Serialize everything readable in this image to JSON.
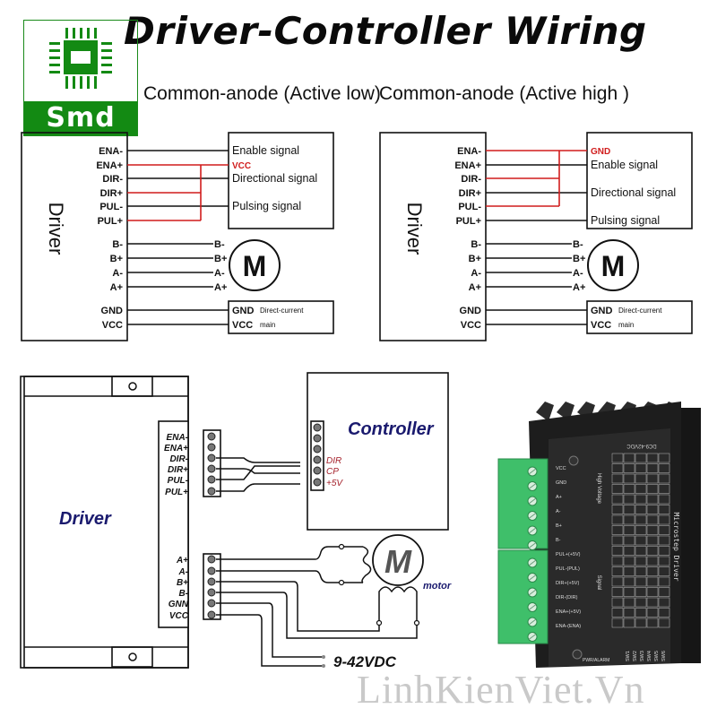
{
  "title": "Driver-Controller Wiring",
  "logo": {
    "text": "Smd"
  },
  "watermark": "LinhKienViet.Vn",
  "colors": {
    "red_wire": "#d01c1c",
    "logo_green": "#138a13",
    "label_blue": "#1a1a6e",
    "terminal_green": "#3fbf6a"
  },
  "diagram_left": {
    "heading": "Common-anode (Active low)",
    "driver_label": "Driver",
    "pins": [
      "ENA-",
      "ENA+",
      "DIR-",
      "DIR+",
      "PUL-",
      "PUL+",
      "B-",
      "B+",
      "A-",
      "A+",
      "GND",
      "VCC"
    ],
    "controller_labels": [
      "Enable signal",
      "VCC",
      "Directional signal",
      "Pulsing signal"
    ],
    "motor_pins": [
      "B-",
      "B+",
      "A-",
      "A+"
    ],
    "motor_label": "M",
    "power_labels": [
      "GND",
      "VCC"
    ],
    "power_notes": [
      "Direct-current",
      "main"
    ]
  },
  "diagram_right": {
    "heading": "Common-anode (Active high )",
    "driver_label": "Driver",
    "pins": [
      "ENA-",
      "ENA+",
      "DIR-",
      "DIR+",
      "PUL-",
      "PUL+",
      "B-",
      "B+",
      "A-",
      "A+",
      "GND",
      "VCC"
    ],
    "controller_labels": [
      "GND",
      "Enable signal",
      "Directional signal",
      "Pulsing signal"
    ],
    "motor_pins": [
      "B-",
      "B+",
      "A-",
      "A+"
    ],
    "motor_label": "M",
    "power_labels": [
      "GND",
      "VCC"
    ],
    "power_notes": [
      "Direct-current",
      "main"
    ]
  },
  "diagram_bottom": {
    "driver_label": "Driver",
    "controller_label": "Controller",
    "signal_pins": [
      "ENA-",
      "ENA+",
      "DIR-",
      "DIR+",
      "PUL-",
      "PUL+"
    ],
    "controller_pins": [
      "DIR",
      "CP",
      "+5V"
    ],
    "motor_pins": [
      "A+",
      "A-",
      "B+",
      "B-",
      "GNN",
      "VCC"
    ],
    "motor_label": "M",
    "motor_caption": "motor",
    "supply": "9-42VDC"
  },
  "product_photo": {
    "name": "Microstep Driver",
    "voltage": "DC9-42VDC",
    "group_labels": [
      "High Voltage",
      "Signal"
    ],
    "terminals": [
      "VCC",
      "GND",
      "A+",
      "A-",
      "B+",
      "B-",
      "PUL+(+5V)",
      "PUL-(PUL)",
      "DIR+(+5V)",
      "DIR-(DIR)",
      "ENA+(+5V)",
      "ENA-(ENA)"
    ],
    "switches": [
      "SW1",
      "SW2",
      "SW3",
      "SW4",
      "SW5",
      "SW6"
    ],
    "alarm": "PWR/ALARM"
  }
}
